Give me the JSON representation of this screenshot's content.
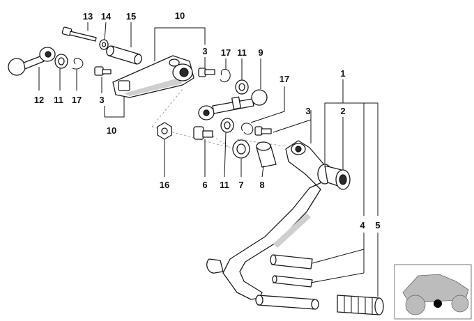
{
  "diagram": {
    "callouts": [
      {
        "key": "c13",
        "label": "13"
      },
      {
        "key": "c14",
        "label": "14"
      },
      {
        "key": "c15",
        "label": "15"
      },
      {
        "key": "c10top",
        "label": "10"
      },
      {
        "key": "c3top",
        "label": "3"
      },
      {
        "key": "c17top",
        "label": "17"
      },
      {
        "key": "c11top",
        "label": "11"
      },
      {
        "key": "c9",
        "label": "9"
      },
      {
        "key": "c12",
        "label": "12"
      },
      {
        "key": "c11left",
        "label": "11"
      },
      {
        "key": "c17left",
        "label": "17"
      },
      {
        "key": "c3left",
        "label": "3"
      },
      {
        "key": "c10bot",
        "label": "10"
      },
      {
        "key": "c17mid",
        "label": "17"
      },
      {
        "key": "c1",
        "label": "1"
      },
      {
        "key": "c3mid",
        "label": "3"
      },
      {
        "key": "c2",
        "label": "2"
      },
      {
        "key": "c16",
        "label": "16"
      },
      {
        "key": "c6",
        "label": "6"
      },
      {
        "key": "c11bot",
        "label": "11"
      },
      {
        "key": "c7",
        "label": "7"
      },
      {
        "key": "c8",
        "label": "8"
      },
      {
        "key": "c4",
        "label": "4"
      },
      {
        "key": "c5",
        "label": "5"
      }
    ]
  }
}
